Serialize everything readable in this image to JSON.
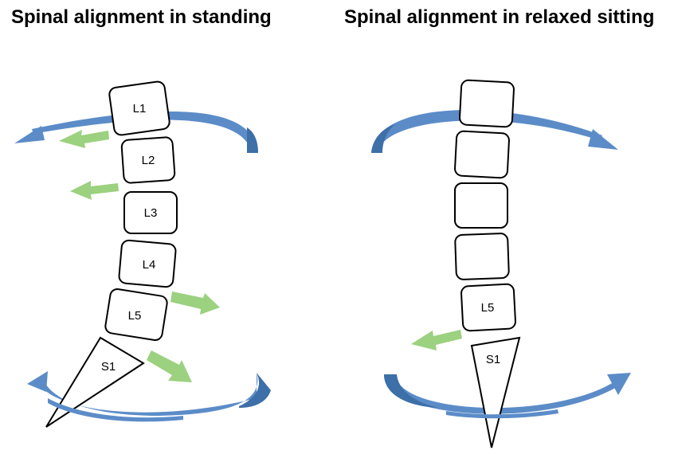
{
  "titles": {
    "standing": "Spinal alignment in standing",
    "sitting": "Spinal alignment in relaxed sitting"
  },
  "standing": {
    "vertebrae": [
      "L1",
      "L2",
      "L3",
      "L4",
      "L5"
    ],
    "sacrum": "S1"
  },
  "sitting": {
    "vertebrae": [
      "",
      "",
      "",
      "",
      "L5"
    ],
    "sacrum": "S1"
  },
  "colors": {
    "rotation_arrow": "#5b8cc8",
    "force_arrow": "#9bd17f",
    "outline": "#000000"
  }
}
